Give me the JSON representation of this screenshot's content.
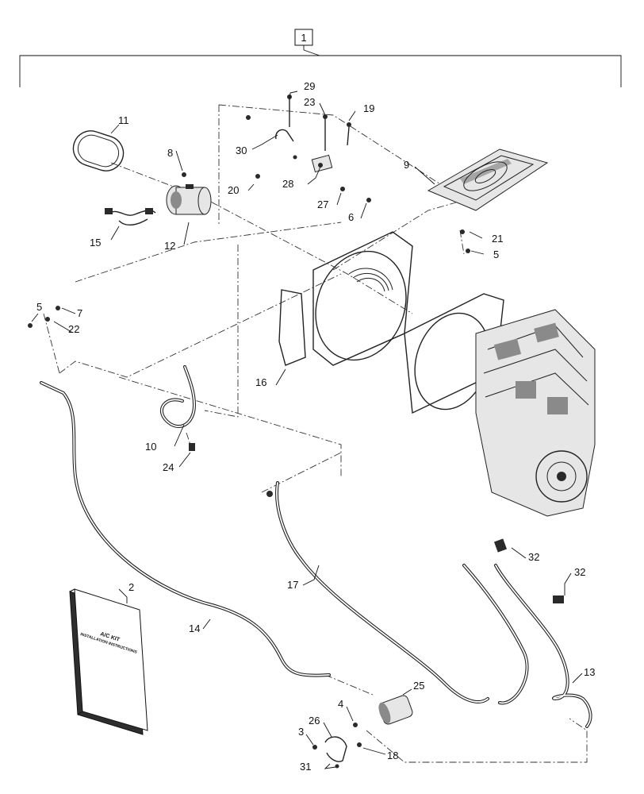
{
  "kit_reference": "1",
  "manual": {
    "line1": "A/C KIT",
    "line2": "INSTALLATION INSTRUCTIONS"
  },
  "callouts": {
    "c2": "2",
    "c3": "3",
    "c4": "4",
    "c5a": "5",
    "c5b": "5",
    "c6": "6",
    "c7": "7",
    "c8": "8",
    "c9": "9",
    "c10": "10",
    "c11": "11",
    "c12": "12",
    "c13": "13",
    "c14": "14",
    "c15": "15",
    "c16": "16",
    "c17": "17",
    "c18": "18",
    "c19": "19",
    "c20": "20",
    "c21": "21",
    "c22": "22",
    "c23": "23",
    "c24": "24",
    "c25": "25",
    "c26": "26",
    "c27": "27",
    "c28": "28",
    "c29": "29",
    "c30": "30",
    "c31": "31",
    "c32a": "32",
    "c32b": "32"
  }
}
